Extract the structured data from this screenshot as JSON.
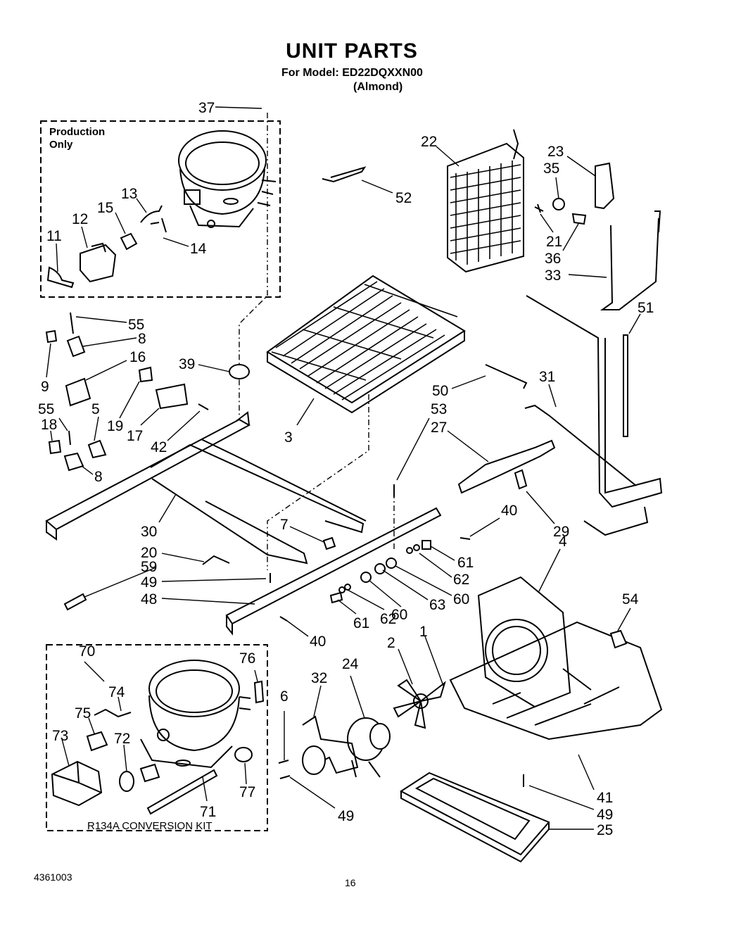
{
  "title": "UNIT PARTS",
  "model_line": "For Model: ED22DQXXN00",
  "color_line": "(Almond)",
  "production_box": {
    "label_line1": "Production",
    "label_line2": "Only"
  },
  "kit_box": {
    "label": "R134A CONVERSION KIT"
  },
  "doc_number": "4361003",
  "page_number": "16",
  "callouts": [
    "37",
    "22",
    "23",
    "35",
    "13",
    "15",
    "12",
    "11",
    "14",
    "52",
    "21",
    "36",
    "33",
    "51",
    "55",
    "8",
    "16",
    "39",
    "9",
    "19",
    "17",
    "5",
    "55",
    "18",
    "42",
    "3",
    "50",
    "31",
    "53",
    "27",
    "8",
    "40",
    "30",
    "29",
    "7",
    "20",
    "59",
    "49",
    "48",
    "61",
    "62",
    "60",
    "63",
    "4",
    "61",
    "62",
    "60",
    "40",
    "1",
    "54",
    "2",
    "24",
    "32",
    "6",
    "70",
    "76",
    "74",
    "75",
    "73",
    "72",
    "71",
    "77",
    "49",
    "41",
    "49",
    "25"
  ]
}
